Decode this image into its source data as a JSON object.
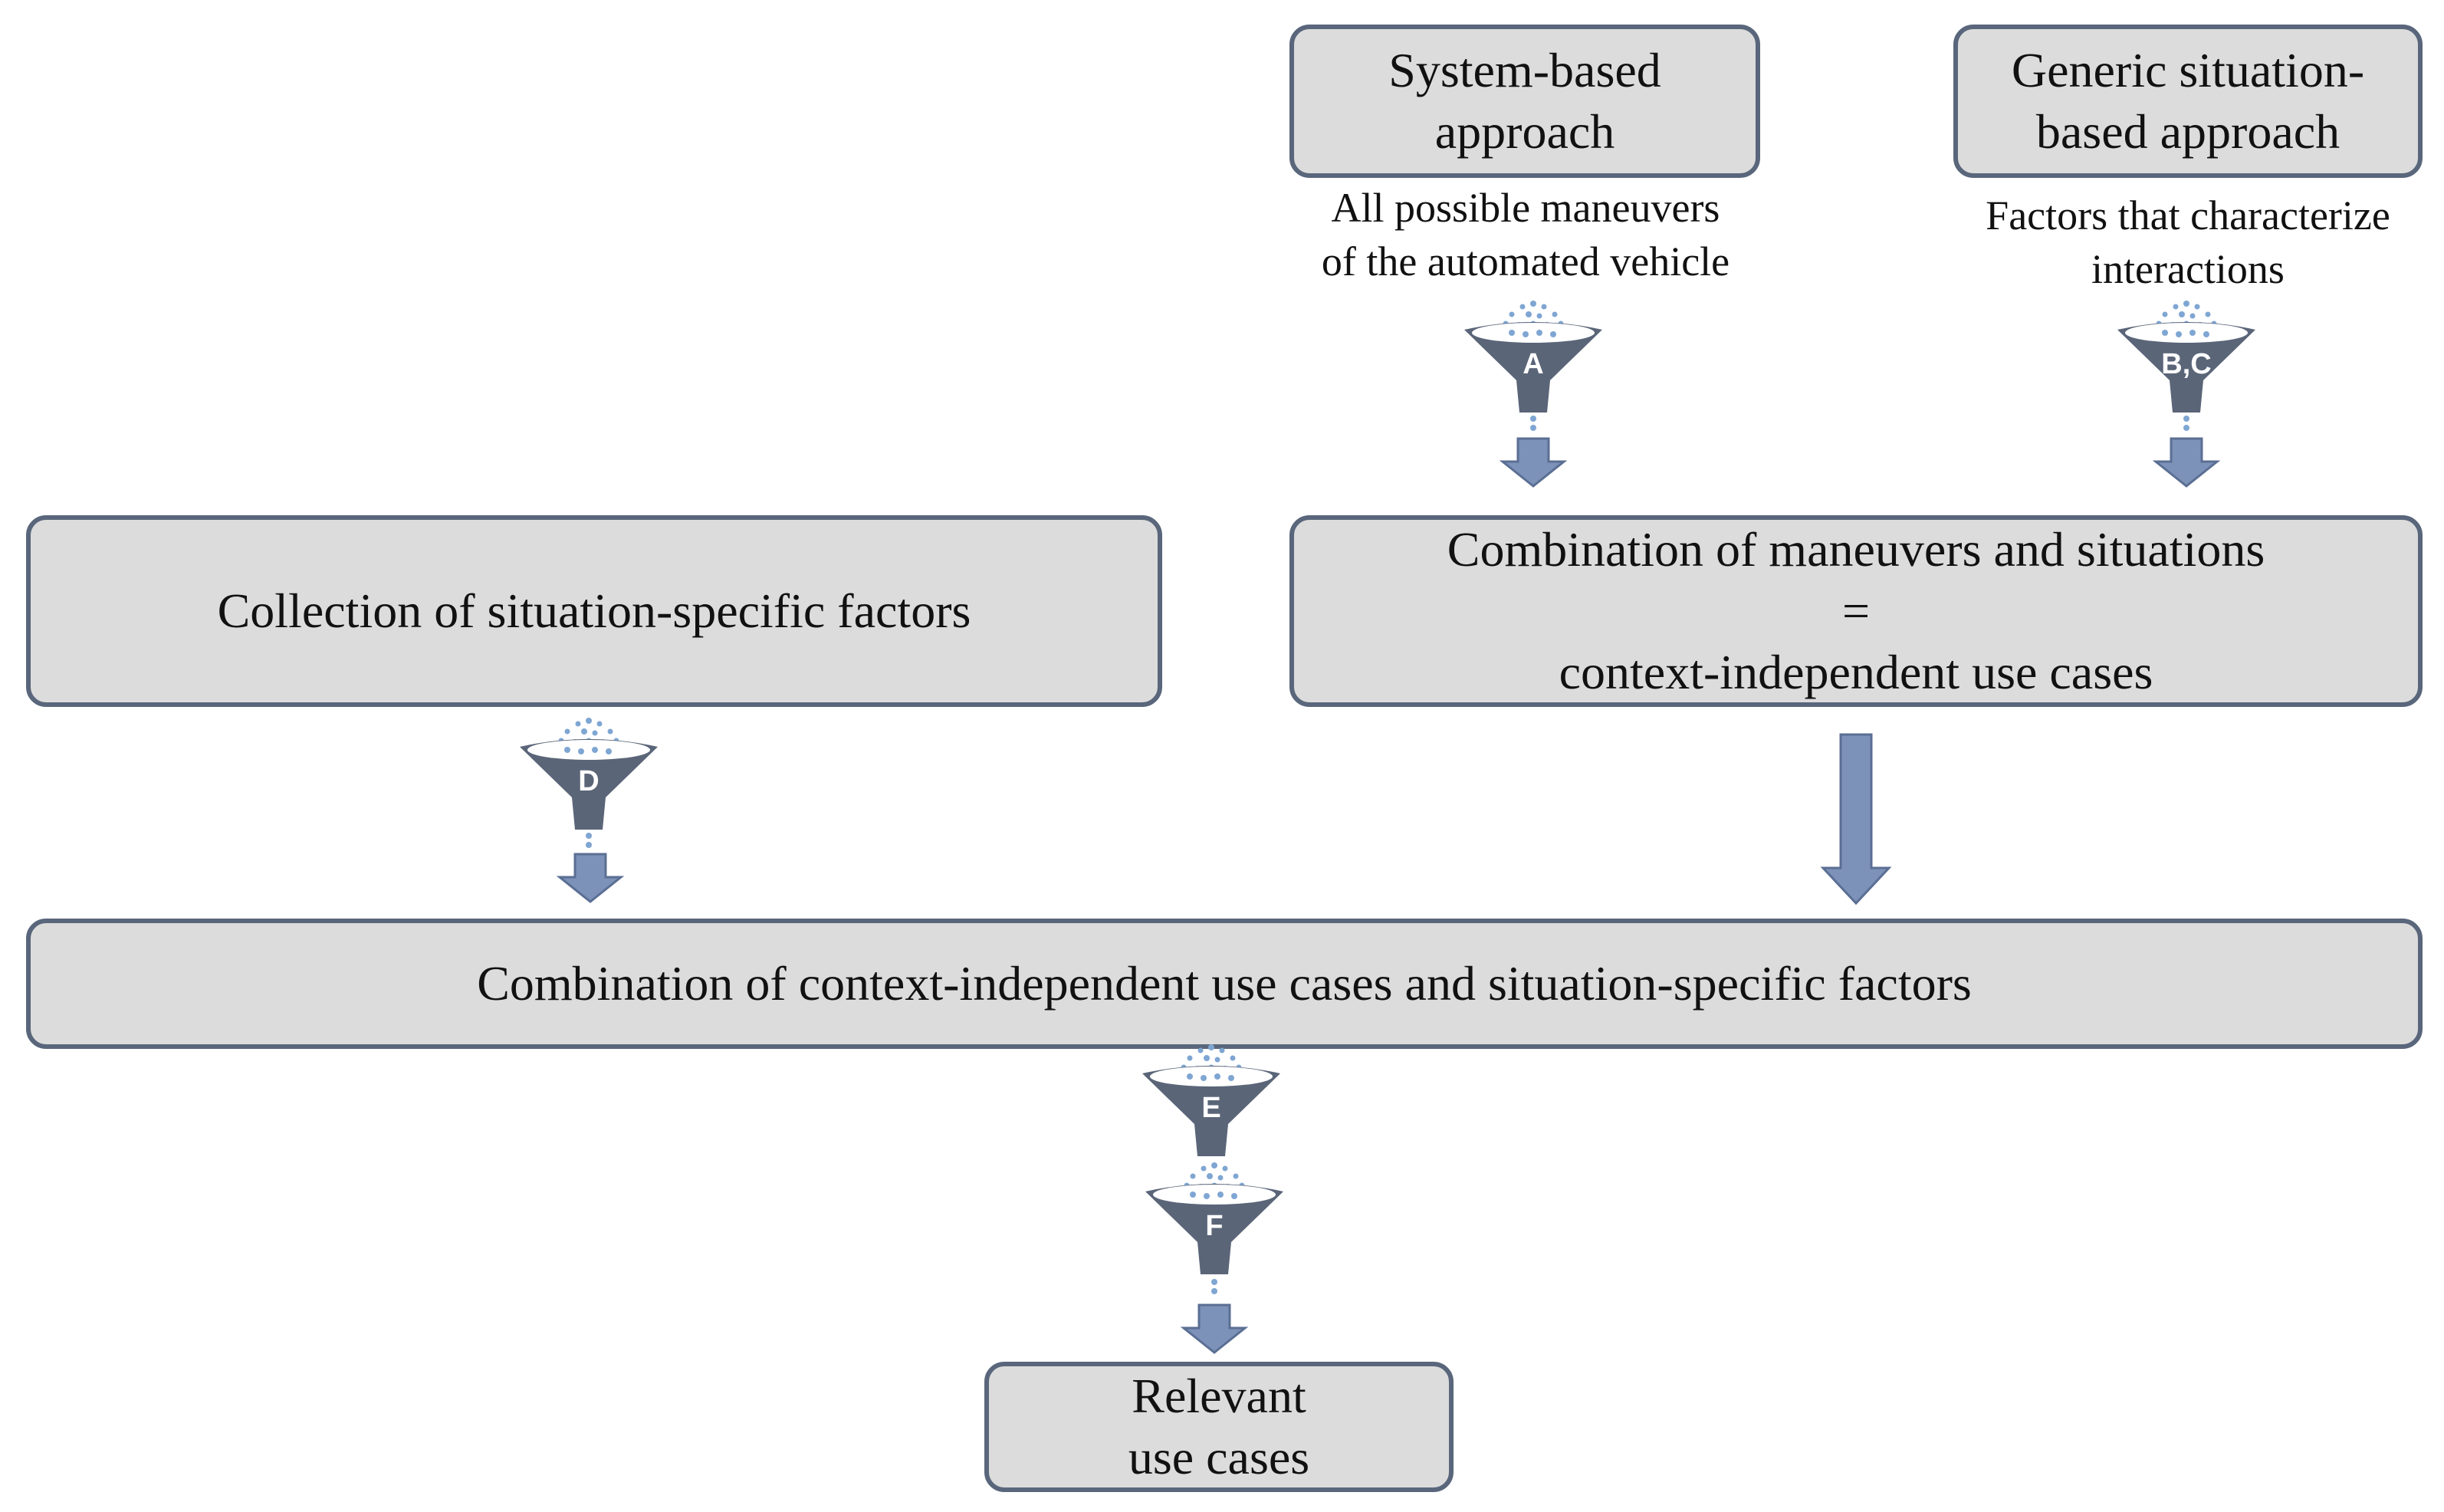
{
  "colors": {
    "box_fill": "#dcdcdc",
    "box_border": "#59667b",
    "funnel": "#5a6578",
    "drops": "#7fa6d3",
    "arrow": "#7d92b8",
    "arrow_edge": "#5b6f94"
  },
  "system_box": {
    "line1": "System-based",
    "line2": "approach"
  },
  "generic_box": {
    "line1": "Generic situation-",
    "line2": "based approach"
  },
  "system_note": {
    "line1": "All possible maneuvers",
    "line2": "of the automated vehicle"
  },
  "generic_note": {
    "line1": "Factors that characterize",
    "line2": "interactions"
  },
  "collection_box": {
    "text": "Collection of situation-specific factors"
  },
  "combo1_box": {
    "line1": "Combination of maneuvers and situations",
    "line2": "=",
    "line3": "context-independent use cases"
  },
  "combo2_box": {
    "text": "Combination of context-independent use cases and situation-specific factors"
  },
  "relevant_box": {
    "line1": "Relevant",
    "line2": "use cases"
  },
  "funnels": {
    "a": "A",
    "bc": "B,C",
    "d": "D",
    "e": "E",
    "f": "F"
  },
  "icons": {
    "filter": "filter-funnel-icon",
    "arrow": "down-arrow-icon"
  }
}
